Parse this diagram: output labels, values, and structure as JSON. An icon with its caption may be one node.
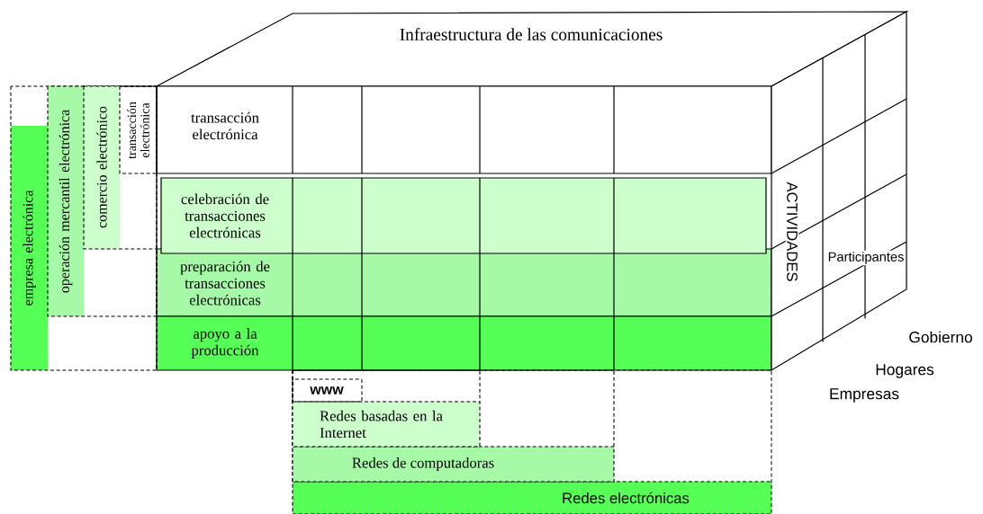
{
  "diagram": {
    "nodes": [
      {
        "text": [
          "Infraestructura de las comunicaciones"
        ]
      },
      {
        "text": [
          "transacción electrónica"
        ]
      },
      {
        "text": [
          "celebración de transacciones electrónicas"
        ]
      },
      {
        "text": [
          "preparación de transacciones electrónicas"
        ]
      },
      {
        "text": [
          "apoyo a la producción"
        ]
      },
      {
        "text": [
          "empresa electrónica"
        ]
      },
      {
        "text": [
          "operación mercantil electrónica"
        ],
        "in": 5
      },
      {
        "text": [
          "comercio electrónico"
        ],
        "in": 6
      },
      {
        "text": [
          "transacción electrónica"
        ],
        "in": 7
      },
      {
        "text": [
          "www"
        ],
        "in": 10
      },
      {
        "text": [
          "Redes basadas en la Internet"
        ],
        "in": 11
      },
      {
        "text": [
          "Redes de computadoras"
        ],
        "in": 12
      },
      {
        "text": [
          "Redes electrónicas"
        ]
      },
      {
        "text": [
          "ACTIVIDADES",
          "Participantes"
        ]
      }
    ],
    "labels": [
      "Gobierno",
      "Hogares",
      "Empresas"
    ]
  }
}
